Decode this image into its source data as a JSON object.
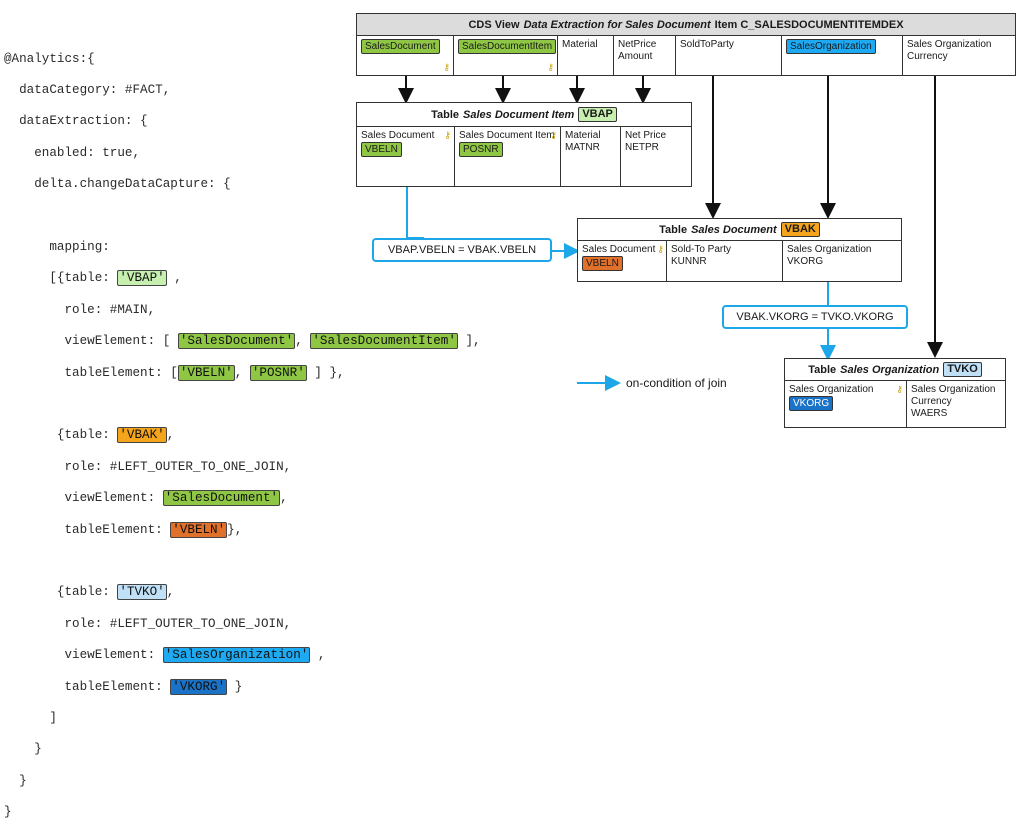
{
  "code": {
    "l1": "@Analytics:{",
    "l2": "  dataCategory: #FACT,",
    "l3": "  dataExtraction: {",
    "l4": "    enabled: true,",
    "l5": "    delta.changeDataCapture: {",
    "l6": "      mapping:",
    "l7_pre": "      [{table: ",
    "l7_tag": "'VBAP'",
    "l7_post": " ,",
    "l8": "        role: #MAIN,",
    "l9_pre": "        viewElement: [ ",
    "l9_tag1": "'SalesDocument'",
    "l9_mid": ", ",
    "l9_tag2": "'SalesDocumentItem'",
    "l9_post": " ],",
    "l10_pre": "        tableElement: [",
    "l10_tag1": "'VBELN'",
    "l10_mid": ", ",
    "l10_tag2": "'POSNR'",
    "l10_post": " ] },",
    "l11_pre": "       {table: ",
    "l11_tag": "'VBAK'",
    "l11_post": ",",
    "l12": "        role: #LEFT_OUTER_TO_ONE_JOIN,",
    "l13_pre": "        viewElement: ",
    "l13_tag": "'SalesDocument'",
    "l13_post": ",",
    "l14_pre": "        tableElement: ",
    "l14_tag": "'VBELN'",
    "l14_post": "},",
    "l15_pre": "       {table: ",
    "l15_tag": "'TVKO'",
    "l15_post": ",",
    "l16": "        role: #LEFT_OUTER_TO_ONE_JOIN,",
    "l17_pre": "        viewElement: ",
    "l17_tag": "'SalesOrganization'",
    "l17_post": " ,",
    "l18_pre": "        tableElement: ",
    "l18_tag": "'VKORG'",
    "l18_post": " }",
    "l19": "      ]",
    "l20": "    }",
    "l21": "  }",
    "l22": "}"
  },
  "cds": {
    "title_pre": "CDS View ",
    "title_italic": "Data Extraction for Sales Document",
    "title_post": " Item C_SALESDOCUMENTITEMDEX",
    "cols": [
      {
        "tag": "SalesDocument",
        "text": ""
      },
      {
        "tag": "SalesDocumentItem",
        "text": ""
      },
      {
        "tag": "",
        "text": "Material"
      },
      {
        "tag": "",
        "text": "NetPrice Amount"
      },
      {
        "tag": "",
        "text": "SoldToParty"
      },
      {
        "tag": "SalesOrganization",
        "text": ""
      },
      {
        "tag": "",
        "text": "Sales Organization Currency"
      }
    ]
  },
  "vbap": {
    "title_pre": "Table ",
    "title_italic": "Sales Document Item",
    "tag": "VBAP",
    "c1_label": "Sales Document",
    "c1_tag": "VBELN",
    "c2_label": "Sales Document Item",
    "c2_tag": "POSNR",
    "c3_label": "Material",
    "c3_field": "MATNR",
    "c4_label": "Net Price",
    "c4_field": "NETPR"
  },
  "vbak": {
    "title_pre": "Table ",
    "title_italic": "Sales Document",
    "tag": "VBAK",
    "c1_label": "Sales Document",
    "c1_tag": "VBELN",
    "c2_label": "Sold-To Party",
    "c2_field": "KUNNR",
    "c3_label": "Sales Organization",
    "c3_field": "VKORG"
  },
  "tvko": {
    "title_pre": "Table ",
    "title_italic": "Sales Organization",
    "tag": "TVKO",
    "c1_label": "Sales Organization",
    "c1_tag": "VKORG",
    "c2_label": "Sales Organization Currency",
    "c2_field": "WAERS"
  },
  "joins": {
    "j1": "VBAP.VBELN = VBAK.VBELN",
    "j2": "VBAK.VKORG = TVKO.VKORG"
  },
  "legend": "on-condition of join",
  "colors": {
    "join": "#1ea7e8",
    "key_icon": "#c8a000"
  }
}
